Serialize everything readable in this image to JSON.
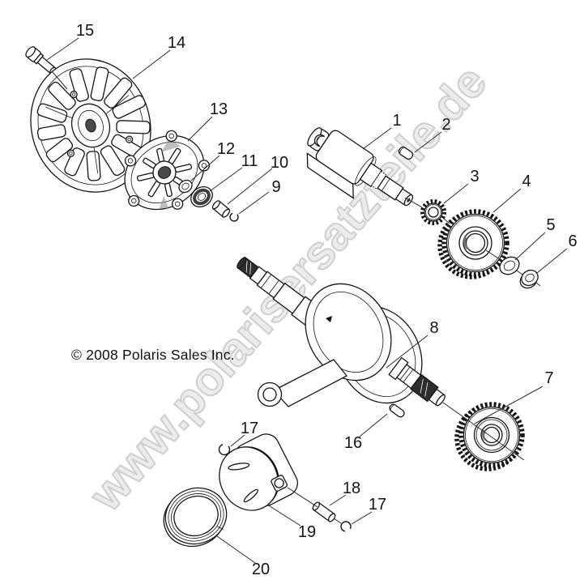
{
  "watermark": {
    "text": "www.polarisersatzteile.de",
    "fill": "#ececec",
    "outline": "#cfcfcf"
  },
  "copyright": {
    "text": "© 2008 Polaris Sales Inc."
  },
  "colors": {
    "background": "#ffffff",
    "ink": "#141414",
    "watermark_gray": "#dedede"
  },
  "callouts": [
    {
      "label": "1"
    },
    {
      "label": "2"
    },
    {
      "label": "3"
    },
    {
      "label": "4"
    },
    {
      "label": "5"
    },
    {
      "label": "6"
    },
    {
      "label": "7"
    },
    {
      "label": "8"
    },
    {
      "label": "9"
    },
    {
      "label": "10"
    },
    {
      "label": "11"
    },
    {
      "label": "12"
    },
    {
      "label": "13"
    },
    {
      "label": "14"
    },
    {
      "label": "15"
    },
    {
      "label": "16"
    },
    {
      "label": "17"
    },
    {
      "label": "17"
    },
    {
      "label": "18"
    },
    {
      "label": "19"
    },
    {
      "label": "20"
    }
  ]
}
